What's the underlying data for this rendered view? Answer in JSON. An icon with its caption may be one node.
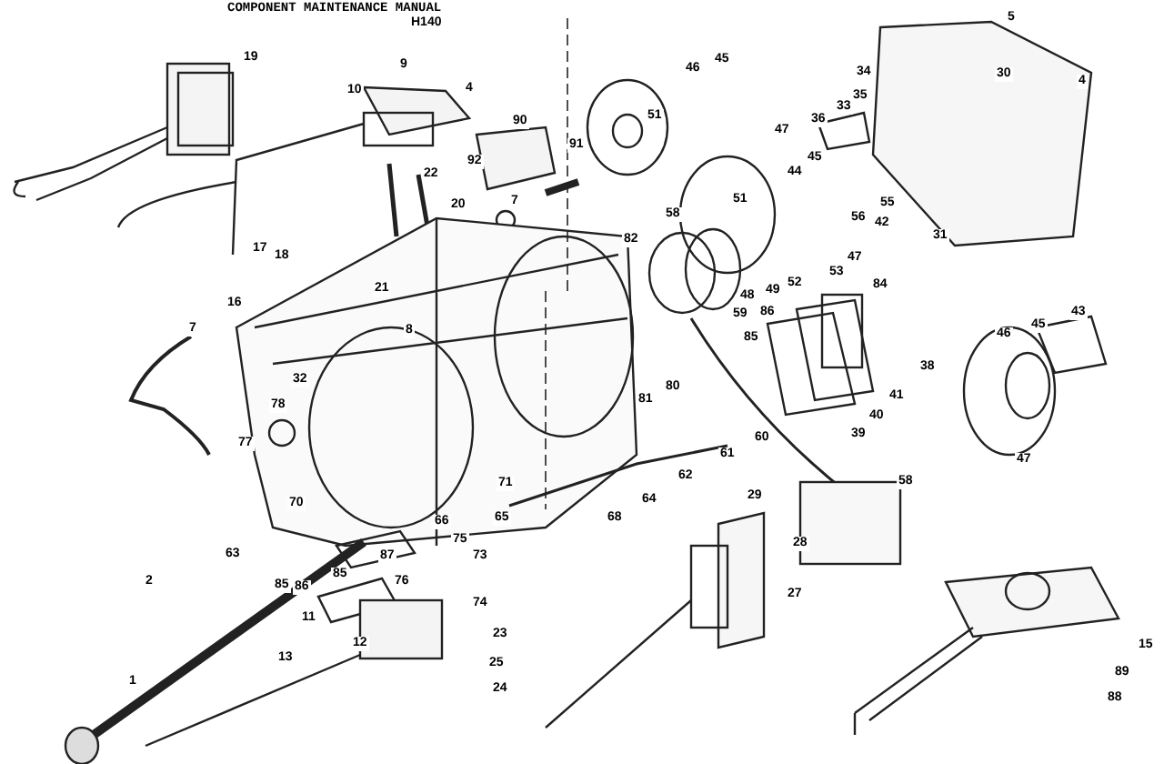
{
  "diagram": {
    "title": "COMPONENT MAINTENANCE MANUAL",
    "labels": [
      "H140",
      "5",
      "19",
      "45",
      "9",
      "46",
      "34",
      "30",
      "4",
      "4",
      "10",
      "35",
      "33",
      "51",
      "36",
      "90",
      "47",
      "91",
      "45",
      "92",
      "44",
      "22",
      "51",
      "55",
      "20",
      "7",
      "58",
      "56",
      "42",
      "31",
      "82",
      "17",
      "18",
      "47",
      "53",
      "52",
      "84",
      "21",
      "49",
      "48",
      "16",
      "86",
      "43",
      "59",
      "45",
      "7",
      "8",
      "46",
      "85",
      "38",
      "32",
      "80",
      "41",
      "81",
      "78",
      "40",
      "39",
      "60",
      "77",
      "61",
      "47",
      "62",
      "58",
      "71",
      "29",
      "64",
      "70",
      "65",
      "68",
      "66",
      "75",
      "28",
      "63",
      "73",
      "87",
      "85",
      "76",
      "2",
      "85",
      "86",
      "27",
      "74",
      "11",
      "23",
      "12",
      "15",
      "13",
      "25",
      "89",
      "1",
      "24",
      "88"
    ]
  }
}
